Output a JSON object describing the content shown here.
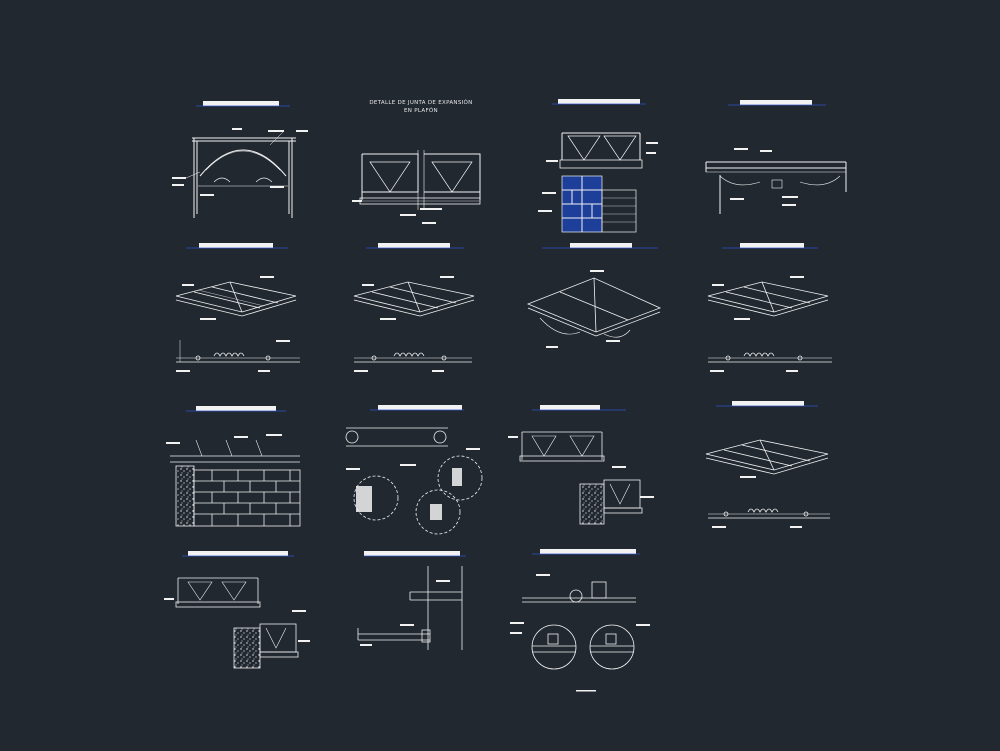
{
  "drawing": {
    "background": "#212830",
    "line_color": "#f2f2f2",
    "accent_color": "#3b5bb8",
    "underline_color": "#2f55c8",
    "center_title_line1": "DETALLE DE JUNTA DE EXPANSIÓN",
    "center_title_line2": "EN PLAFÓN",
    "sheet_count": 15
  }
}
